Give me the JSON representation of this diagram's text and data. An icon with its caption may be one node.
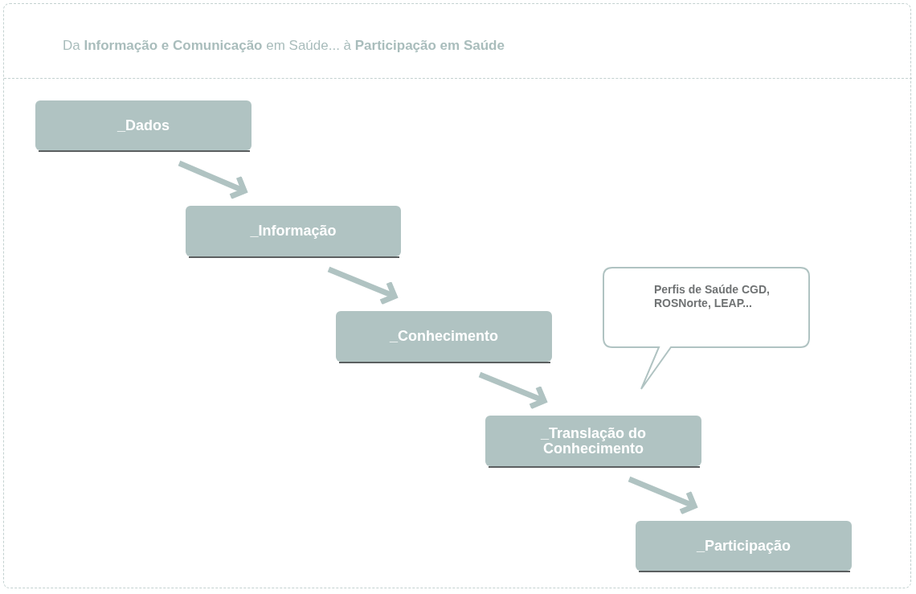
{
  "diagram": {
    "title": "Da **Informação e Comunicação** em Saúde... à **Participação em Saúde**",
    "nodes": [
      {
        "text": [
          "_Dados"
        ]
      },
      {
        "text": [
          "_Informação"
        ]
      },
      {
        "text": [
          "_Conhecimento"
        ]
      },
      {
        "text": [
          "_Translação do Conhecimento"
        ]
      },
      {
        "text": [
          "_Participação"
        ]
      },
      {
        "text": [
          "Perfis de Saúde CGD, ROSNorte, LEAP..."
        ]
      }
    ],
    "edges": [
      {
        "from": 0,
        "to": 1,
        "arrow": "to"
      },
      {
        "from": 1,
        "to": 2,
        "arrow": "to"
      },
      {
        "from": 2,
        "to": 3,
        "arrow": "to"
      },
      {
        "from": 3,
        "to": 4,
        "arrow": "to"
      }
    ]
  }
}
